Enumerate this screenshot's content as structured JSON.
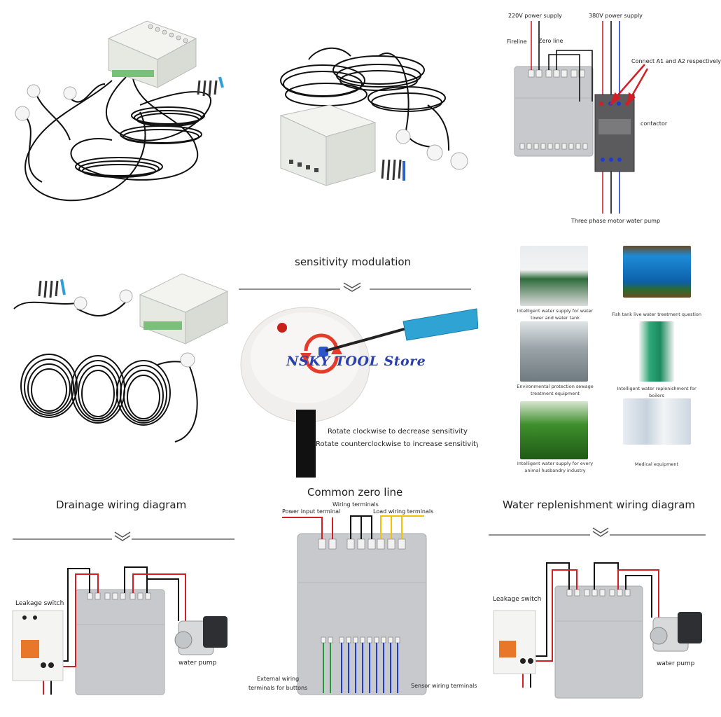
{
  "panel3": {
    "label_220v": "220V power supply",
    "label_380v": "380V power supply",
    "label_fireline": "Fireline",
    "label_zero": "Zero line",
    "label_connect": "Connect A1 and A2 respectively",
    "label_contactor": "contactor",
    "label_pump": "Three phase motor water pump"
  },
  "panel5": {
    "title": "sensitivity modulation",
    "watermark": "NSKY TOOL Store",
    "line1": "Rotate clockwise to decrease sensitivity",
    "line2": "Rotate counterclockwise to increase sensitivity"
  },
  "panel6": {
    "captions": [
      "Intelligent water supply for water tower and water tank",
      "Fish tank live water treatment question",
      "Environmental protection sewage treatment equipment",
      "Intelligent water replenishment for boilers",
      "Intelligent water supply for every animal husbandry industry",
      "Medical equipment"
    ]
  },
  "panel7": {
    "title": "Drainage wiring diagram",
    "label_switch": "Leakage switch",
    "label_pump": "water pump"
  },
  "panel8": {
    "title": "Common zero line",
    "label_wiring": "Wiring terminals",
    "label_power": "Power input terminal",
    "label_load": "Load wiring terminals",
    "label_external": "External wiring\nterminals for buttons",
    "label_sensor": "Sensor wiring terminals"
  },
  "panel9": {
    "title": "Water replenishment wiring diagram",
    "label_switch": "Leakage switch",
    "label_pump": "water pump"
  },
  "colors": {
    "wire_red": "#d11f26",
    "wire_black": "#111111",
    "wire_blue": "#1f3bd6",
    "wire_yellow": "#f2c200",
    "wire_green": "#1f9a3a",
    "store_blue": "#2b3fae"
  }
}
